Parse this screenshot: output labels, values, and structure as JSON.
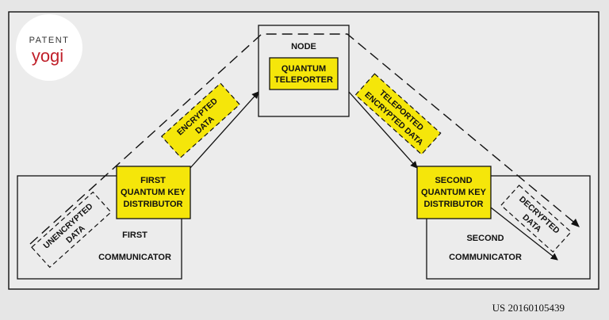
{
  "logo": {
    "line1": "PATENT",
    "line2": "yogi"
  },
  "patent_number": "US 20160105439",
  "colors": {
    "highlight": "#f5e60a",
    "frame_bg": "#ececec",
    "outer_bg": "#e6e6e6",
    "logo_red": "#c0202a"
  },
  "node": {
    "label": "NODE",
    "inner_line1": "QUANTUM",
    "inner_line2": "TELEPORTER"
  },
  "first_communicator": {
    "label_line1": "FIRST",
    "label_line2": "COMMUNICATOR",
    "distributor_line1": "FIRST",
    "distributor_line2": "QUANTUM KEY",
    "distributor_line3": "DISTRIBUTOR"
  },
  "second_communicator": {
    "label_line1": "SECOND",
    "label_line2": "COMMUNICATOR",
    "distributor_line1": "SECOND",
    "distributor_line2": "QUANTUM KEY",
    "distributor_line3": "DISTRIBUTOR"
  },
  "tags": {
    "unencrypted_line1": "UNENCRYPTED",
    "unencrypted_line2": "DATA",
    "encrypted_line1": "ENCRYPTED",
    "encrypted_line2": "DATA",
    "teleported_line1": "TELEPORTED",
    "teleported_line2": "ENCRYPTED DATA",
    "decrypted_line1": "DECRYPTED",
    "decrypted_line2": "DATA"
  }
}
